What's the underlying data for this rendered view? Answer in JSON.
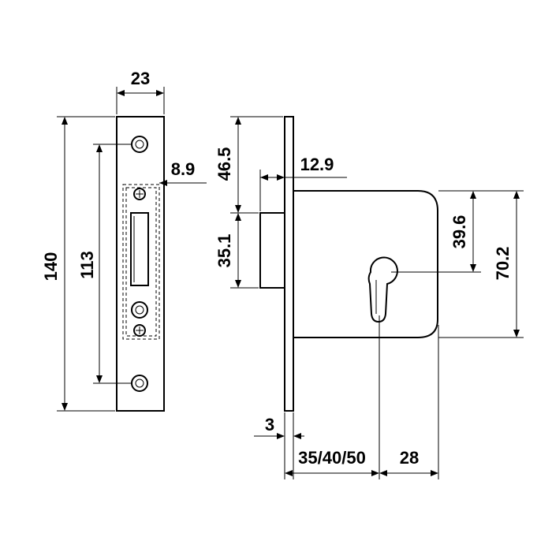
{
  "dimensions": {
    "strike_width": "23",
    "strike_height": "140",
    "screw_spacing": "113",
    "strike_offset": "8.9",
    "top_to_bolt": "46.5",
    "bolt_height": "35.1",
    "bolt_projection": "12.9",
    "faceplate_thickness": "3",
    "backset": "35/40/50",
    "cylinder_to_back": "28",
    "cylinder_to_top": "39.6",
    "case_height": "70.2"
  }
}
